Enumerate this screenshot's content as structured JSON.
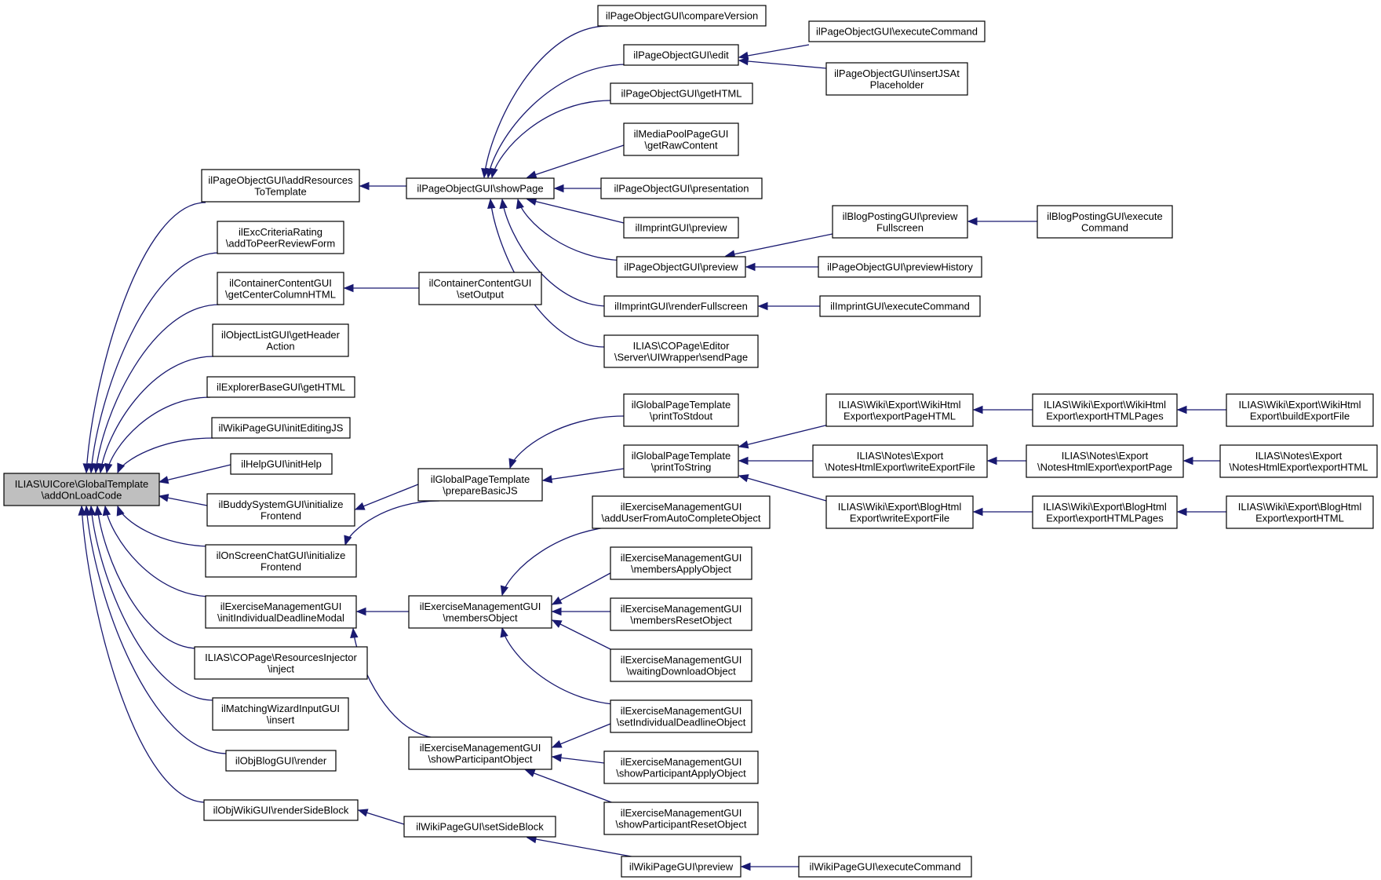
{
  "colors": {
    "edge": "#191970",
    "root_fill": "#bfbfbf",
    "node_fill": "#ffffff",
    "node_border": "#000000"
  },
  "nodes": [
    {
      "id": "root",
      "root": true,
      "lines": [
        "ILIAS\\UICore\\GlobalTemplate",
        "\\addOnLoadCode"
      ]
    },
    {
      "id": "addRes",
      "lines": [
        "ilPageObjectGUI\\addResources",
        "ToTemplate"
      ]
    },
    {
      "id": "excCrit",
      "lines": [
        "ilExcCriteriaRating",
        "\\addToPeerReviewForm"
      ]
    },
    {
      "id": "containerGet",
      "lines": [
        "ilContainerContentGUI",
        "\\getCenterColumnHTML"
      ]
    },
    {
      "id": "objList",
      "lines": [
        "ilObjectListGUI\\getHeader",
        "Action"
      ]
    },
    {
      "id": "explorer",
      "lines": [
        "ilExplorerBaseGUI\\getHTML"
      ]
    },
    {
      "id": "wikiInit",
      "lines": [
        "ilWikiPageGUI\\initEditingJS"
      ]
    },
    {
      "id": "help",
      "lines": [
        "ilHelpGUI\\initHelp"
      ]
    },
    {
      "id": "buddy",
      "lines": [
        "ilBuddySystemGUI\\initialize",
        "Frontend"
      ]
    },
    {
      "id": "onscreen",
      "lines": [
        "ilOnScreenChatGUI\\initialize",
        "Frontend"
      ]
    },
    {
      "id": "exInitInd",
      "lines": [
        "ilExerciseManagementGUI",
        "\\initIndividualDeadlineModal"
      ]
    },
    {
      "id": "resInj",
      "lines": [
        "ILIAS\\COPage\\ResourcesInjector",
        "\\inject"
      ]
    },
    {
      "id": "matching",
      "lines": [
        "ilMatchingWizardInputGUI",
        "\\insert"
      ]
    },
    {
      "id": "blogRender",
      "lines": [
        "ilObjBlogGUI\\render"
      ]
    },
    {
      "id": "wikiSide",
      "lines": [
        "ilObjWikiGUI\\renderSideBlock"
      ]
    },
    {
      "id": "showPage",
      "lines": [
        "ilPageObjectGUI\\showPage"
      ]
    },
    {
      "id": "containerSet",
      "lines": [
        "ilContainerContentGUI",
        "\\setOutput"
      ]
    },
    {
      "id": "prepareJS",
      "lines": [
        "ilGlobalPageTemplate",
        "\\prepareBasicJS"
      ]
    },
    {
      "id": "membersObj",
      "lines": [
        "ilExerciseManagementGUI",
        "\\membersObject"
      ]
    },
    {
      "id": "showPart",
      "lines": [
        "ilExerciseManagementGUI",
        "\\showParticipantObject"
      ]
    },
    {
      "id": "setSide",
      "lines": [
        "ilWikiPageGUI\\setSideBlock"
      ]
    },
    {
      "id": "compareVer",
      "lines": [
        "ilPageObjectGUI\\compareVersion"
      ]
    },
    {
      "id": "poEdit",
      "lines": [
        "ilPageObjectGUI\\edit"
      ]
    },
    {
      "id": "poGetHTML",
      "lines": [
        "ilPageObjectGUI\\getHTML"
      ]
    },
    {
      "id": "mediaPool",
      "lines": [
        "ilMediaPoolPageGUI",
        "\\getRawContent"
      ]
    },
    {
      "id": "poPresent",
      "lines": [
        "ilPageObjectGUI\\presentation"
      ]
    },
    {
      "id": "imprintPrev",
      "lines": [
        "ilImprintGUI\\preview"
      ]
    },
    {
      "id": "poPreview",
      "lines": [
        "ilPageObjectGUI\\preview"
      ]
    },
    {
      "id": "imprintFull",
      "lines": [
        "ilImprintGUI\\renderFullscreen"
      ]
    },
    {
      "id": "uiWrapper",
      "lines": [
        "ILIAS\\COPage\\Editor",
        "\\Server\\UIWrapper\\sendPage"
      ]
    },
    {
      "id": "printStdout",
      "lines": [
        "ilGlobalPageTemplate",
        "\\printToStdout"
      ]
    },
    {
      "id": "printString",
      "lines": [
        "ilGlobalPageTemplate",
        "\\printToString"
      ]
    },
    {
      "id": "addUser",
      "lines": [
        "ilExerciseManagementGUI",
        "\\addUserFromAutoCompleteObject"
      ]
    },
    {
      "id": "membersApply",
      "lines": [
        "ilExerciseManagementGUI",
        "\\membersApplyObject"
      ]
    },
    {
      "id": "membersReset",
      "lines": [
        "ilExerciseManagementGUI",
        "\\membersResetObject"
      ]
    },
    {
      "id": "waitingDl",
      "lines": [
        "ilExerciseManagementGUI",
        "\\waitingDownloadObject"
      ]
    },
    {
      "id": "setIndDl",
      "lines": [
        "ilExerciseManagementGUI",
        "\\setIndividualDeadlineObject"
      ]
    },
    {
      "id": "showPartApply",
      "lines": [
        "ilExerciseManagementGUI",
        "\\showParticipantApplyObject"
      ]
    },
    {
      "id": "showPartReset",
      "lines": [
        "ilExerciseManagementGUI",
        "\\showParticipantResetObject"
      ]
    },
    {
      "id": "wikiPreview",
      "lines": [
        "ilWikiPageGUI\\preview"
      ]
    },
    {
      "id": "poExec",
      "lines": [
        "ilPageObjectGUI\\executeCommand"
      ]
    },
    {
      "id": "poInsertJS",
      "lines": [
        "ilPageObjectGUI\\insertJSAt",
        "Placeholder"
      ]
    },
    {
      "id": "blogPostPrev",
      "lines": [
        "ilBlogPostingGUI\\preview",
        "Fullscreen"
      ]
    },
    {
      "id": "poPrevHist",
      "lines": [
        "ilPageObjectGUI\\previewHistory"
      ]
    },
    {
      "id": "imprintExec",
      "lines": [
        "ilImprintGUI\\executeCommand"
      ]
    },
    {
      "id": "wikiExpPage",
      "lines": [
        "ILIAS\\Wiki\\Export\\WikiHtml",
        "Export\\exportPageHTML"
      ]
    },
    {
      "id": "notesWrite",
      "lines": [
        "ILIAS\\Notes\\Export",
        "\\NotesHtmlExport\\writeExportFile"
      ]
    },
    {
      "id": "blogWrite",
      "lines": [
        "ILIAS\\Wiki\\Export\\BlogHtml",
        "Export\\writeExportFile"
      ]
    },
    {
      "id": "wikiPageExec",
      "lines": [
        "ilWikiPageGUI\\executeCommand"
      ]
    },
    {
      "id": "blogPostExec",
      "lines": [
        "ilBlogPostingGUI\\execute",
        "Command"
      ]
    },
    {
      "id": "wikiExpPages",
      "lines": [
        "ILIAS\\Wiki\\Export\\WikiHtml",
        "Export\\exportHTMLPages"
      ]
    },
    {
      "id": "notesExpPage",
      "lines": [
        "ILIAS\\Notes\\Export",
        "\\NotesHtmlExport\\exportPage"
      ]
    },
    {
      "id": "blogExpPages",
      "lines": [
        "ILIAS\\Wiki\\Export\\BlogHtml",
        "Export\\exportHTMLPages"
      ]
    },
    {
      "id": "wikiBuild",
      "lines": [
        "ILIAS\\Wiki\\Export\\WikiHtml",
        "Export\\buildExportFile"
      ]
    },
    {
      "id": "notesExpHTML",
      "lines": [
        "ILIAS\\Notes\\Export",
        "\\NotesHtmlExport\\exportHTML"
      ]
    },
    {
      "id": "blogExpHTML",
      "lines": [
        "ILIAS\\Wiki\\Export\\BlogHtml",
        "Export\\exportHTML"
      ]
    }
  ],
  "edges": [
    [
      "addRes",
      "root"
    ],
    [
      "excCrit",
      "root"
    ],
    [
      "containerGet",
      "root"
    ],
    [
      "objList",
      "root"
    ],
    [
      "explorer",
      "root"
    ],
    [
      "wikiInit",
      "root"
    ],
    [
      "help",
      "root"
    ],
    [
      "buddy",
      "root"
    ],
    [
      "onscreen",
      "root"
    ],
    [
      "exInitInd",
      "root"
    ],
    [
      "resInj",
      "root"
    ],
    [
      "matching",
      "root"
    ],
    [
      "blogRender",
      "root"
    ],
    [
      "wikiSide",
      "root"
    ],
    [
      "showPage",
      "addRes"
    ],
    [
      "containerSet",
      "containerGet"
    ],
    [
      "prepareJS",
      "buddy"
    ],
    [
      "prepareJS",
      "onscreen"
    ],
    [
      "membersObj",
      "exInitInd"
    ],
    [
      "showPart",
      "exInitInd"
    ],
    [
      "setSide",
      "wikiSide"
    ],
    [
      "compareVer",
      "showPage"
    ],
    [
      "poEdit",
      "showPage"
    ],
    [
      "poGetHTML",
      "showPage"
    ],
    [
      "mediaPool",
      "showPage"
    ],
    [
      "poPresent",
      "showPage"
    ],
    [
      "imprintPrev",
      "showPage"
    ],
    [
      "poPreview",
      "showPage"
    ],
    [
      "imprintFull",
      "showPage"
    ],
    [
      "uiWrapper",
      "showPage"
    ],
    [
      "printStdout",
      "prepareJS"
    ],
    [
      "printString",
      "prepareJS"
    ],
    [
      "addUser",
      "membersObj"
    ],
    [
      "membersApply",
      "membersObj"
    ],
    [
      "membersReset",
      "membersObj"
    ],
    [
      "waitingDl",
      "membersObj"
    ],
    [
      "setIndDl",
      "membersObj"
    ],
    [
      "setIndDl",
      "showPart"
    ],
    [
      "showPartApply",
      "showPart"
    ],
    [
      "showPartReset",
      "showPart"
    ],
    [
      "wikiPreview",
      "setSide"
    ],
    [
      "poExec",
      "poEdit"
    ],
    [
      "poInsertJS",
      "poEdit"
    ],
    [
      "blogPostPrev",
      "poPreview"
    ],
    [
      "poPrevHist",
      "poPreview"
    ],
    [
      "imprintExec",
      "imprintFull"
    ],
    [
      "wikiExpPage",
      "printString"
    ],
    [
      "notesWrite",
      "printString"
    ],
    [
      "blogWrite",
      "printString"
    ],
    [
      "wikiPageExec",
      "wikiPreview"
    ],
    [
      "blogPostExec",
      "blogPostPrev"
    ],
    [
      "wikiExpPages",
      "wikiExpPage"
    ],
    [
      "notesExpPage",
      "notesWrite"
    ],
    [
      "blogExpPages",
      "blogWrite"
    ],
    [
      "wikiBuild",
      "wikiExpPages"
    ],
    [
      "notesExpHTML",
      "notesExpPage"
    ],
    [
      "blogExpHTML",
      "blogExpPages"
    ]
  ]
}
